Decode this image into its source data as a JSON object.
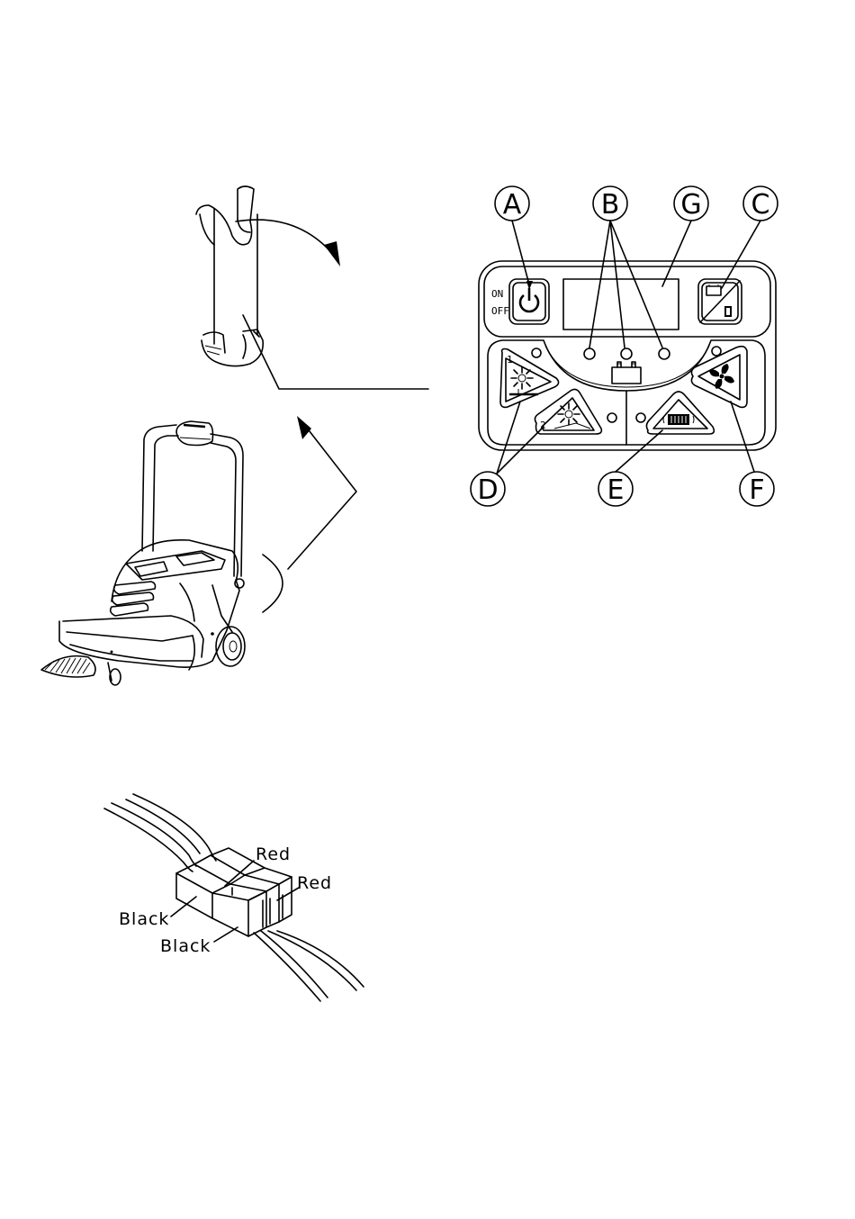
{
  "control_panel": {
    "callouts": {
      "a": "A",
      "b": "B",
      "g": "G",
      "c": "C",
      "d": "D",
      "e": "E",
      "f": "F"
    },
    "power_switch_labels": {
      "on": "ON",
      "off": "OFF"
    },
    "brush_mode_numbers": {
      "mode_1": "1",
      "mode_2": "2"
    }
  },
  "wire_connector": {
    "labels": {
      "red_upper": "Red",
      "red_right": "Red",
      "black_left": "Black",
      "black_lower": "Black"
    }
  },
  "icons": {
    "power": "power-icon",
    "battery": "battery-icon",
    "hour_meter": "hourglass-icon",
    "brush": "side-brush-icon",
    "fan": "fan-icon",
    "filter_shaker": "filter-shaker-icon"
  }
}
